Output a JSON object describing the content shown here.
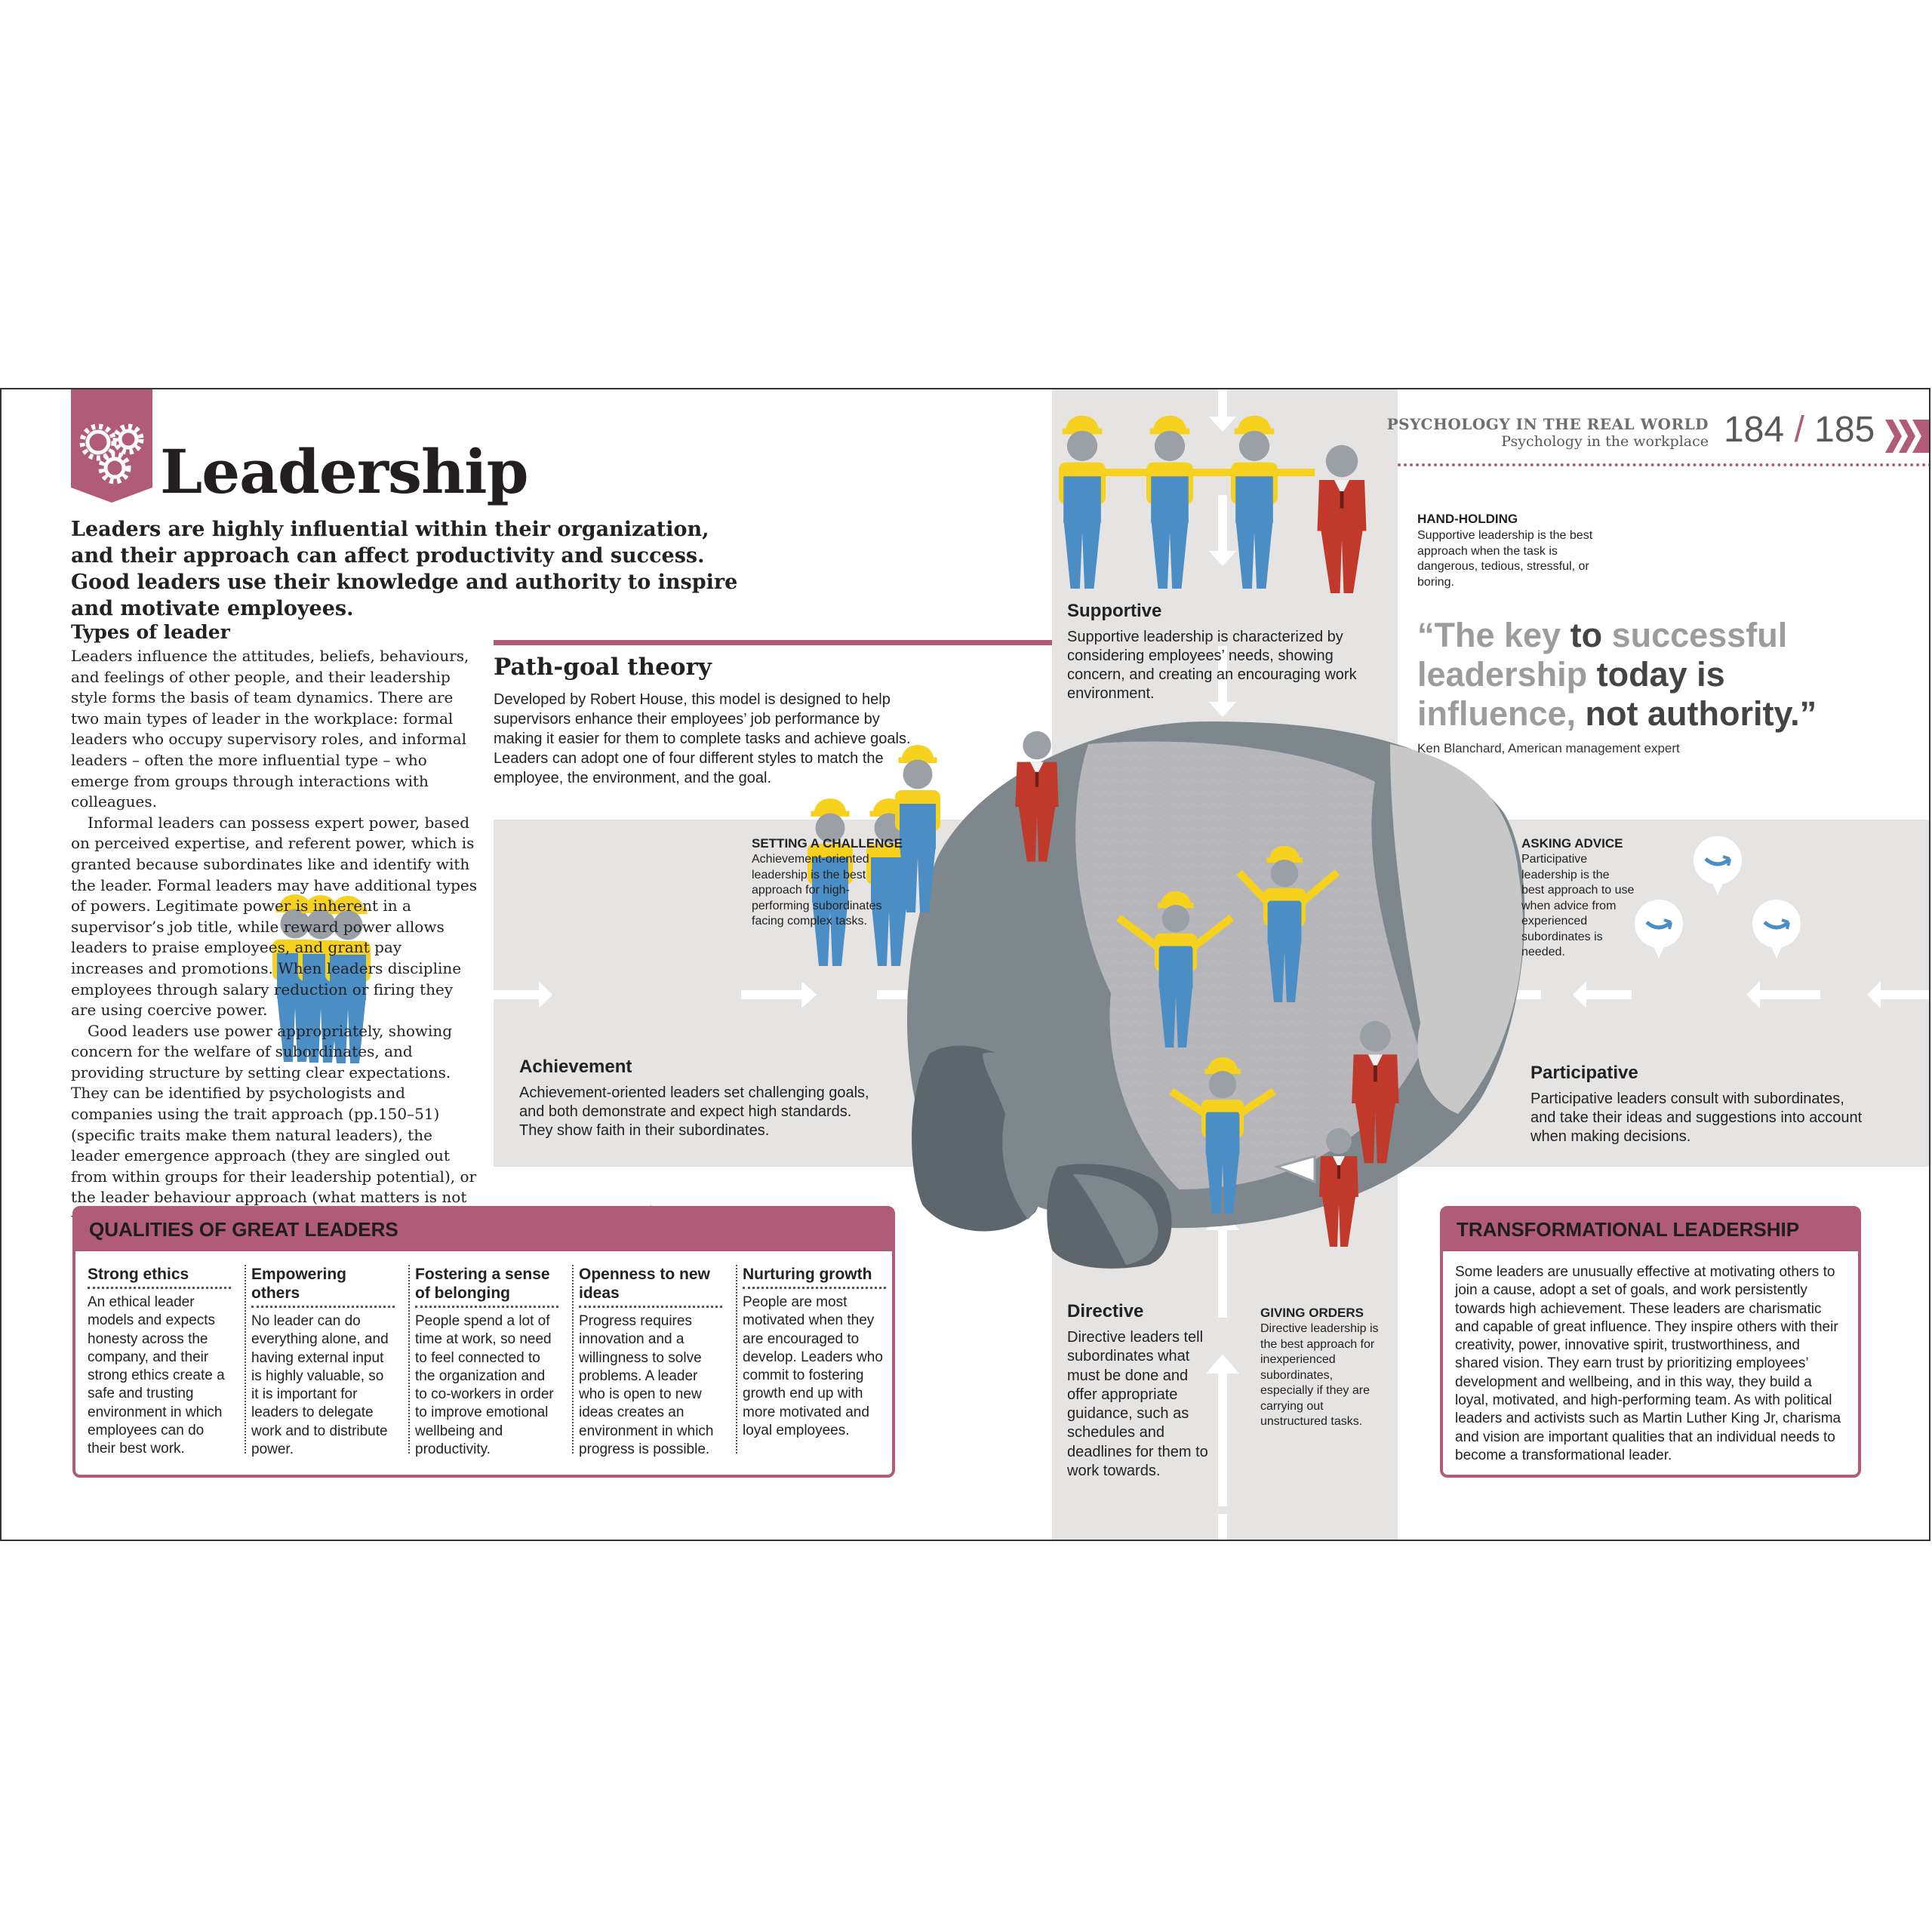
{
  "running_head": {
    "section": "PSYCHOLOGY IN THE REAL WORLD",
    "subsection": "Psychology in the workplace",
    "page_left": "184",
    "page_sep": "/",
    "page_right": "185"
  },
  "title": "Leadership",
  "intro": "Leaders are highly influential within their organization, and their approach can affect productivity and success. Good leaders use their knowledge and authority to inspire and motivate employees.",
  "types": {
    "heading": "Types of leader",
    "paragraphs": [
      "Leaders influence the attitudes, beliefs, behaviours, and feelings of other people, and their leadership style forms the basis of team dynamics. There are two main types of leader in the workplace: formal leaders who occupy supervisory roles, and informal leaders – often the more influential type – who emerge from groups through interactions with colleagues.",
      "Informal leaders can possess expert power, based on perceived expertise, and referent power, which is granted because subordinates like and identify with the leader. Formal leaders may have additional types of powers. Legitimate power is inherent in a supervisor’s job title, while reward power allows leaders to praise employees, and grant pay increases and promotions. When leaders discipline employees through salary reduction or firing they are using coercive power.",
      "Good leaders use power appropriately, showing concern for the welfare of subordinates, and providing structure by setting clear expectations. They can be identified by psychologists and companies using the trait approach (pp.150–51) (specific traits make them natural leaders), the leader emergence approach (they are singled out from within groups for their leadership potential), or the leader behaviour approach (what matters is not who they are, but what they do)."
    ]
  },
  "path_goal": {
    "title": "Path-goal theory",
    "body": "Developed by Robert House, this model is designed to help supervisors enhance their employees’ job performance by making it easier for them to complete tasks and achieve goals. Leaders can adopt one of four different styles to match the employee, the environment, and the goal."
  },
  "styles": {
    "supportive": {
      "title": "Supportive",
      "body": "Supportive leadership is characterized by considering employees’ needs, showing concern, and creating an encouraging work environment.",
      "note_title": "HAND-HOLDING",
      "note": "Supportive leadership is the best approach when the task is dangerous, tedious, stressful, or boring."
    },
    "achievement": {
      "title": "Achievement",
      "body": "Achievement-oriented leaders set challenging goals, and both demonstrate and expect high standards. They show faith in their subordinates.",
      "note_title": "SETTING A CHALLENGE",
      "note": "Achievement-oriented leadership is the best approach for high-performing subordinates facing complex tasks."
    },
    "participative": {
      "title": "Participative",
      "body": "Participative leaders consult with subordinates, and take their ideas and suggestions into account when making decisions.",
      "note_title": "ASKING ADVICE",
      "note": "Participative leadership is the best approach to use when advice from experienced subordinates is needed."
    },
    "directive": {
      "title": "Directive",
      "body": "Directive leaders tell subordinates what must be done and offer appropriate guidance, such as schedules and deadlines for them to work towards.",
      "note_title": "GIVING ORDERS",
      "note": "Directive leadership is the best approach for inexperienced subordinates, especially if they are carrying out unstructured tasks."
    }
  },
  "quote": {
    "parts": [
      {
        "text": "“The key ",
        "hl": true
      },
      {
        "text": "to ",
        "hl": false
      },
      {
        "text": "successful leadership ",
        "hl": true
      },
      {
        "text": "today is ",
        "hl": false
      },
      {
        "text": "influence, ",
        "hl": true
      },
      {
        "text": "not authority.”",
        "hl": false
      }
    ],
    "attribution": "Ken Blanchard, American management expert"
  },
  "qualities": {
    "title": "QUALITIES OF GREAT LEADERS",
    "items": [
      {
        "heading": "Strong ethics",
        "body": "An ethical leader models and expects honesty across the company, and their strong ethics create a safe and trusting environment in which employees can do their best work."
      },
      {
        "heading": "Empowering others",
        "body": "No leader can do everything alone, and having external input is highly valuable, so it is important for leaders to delegate work and to distribute power."
      },
      {
        "heading": "Fostering a sense of belonging",
        "body": "People spend a lot of time at work, so need to feel connected to the organization and to co-workers in order to improve emotional wellbeing and productivity."
      },
      {
        "heading": "Openness to new ideas",
        "body": "Progress requires innovation and a willingness to solve problems. A leader who is open to new ideas creates an environment in which progress is possible."
      },
      {
        "heading": "Nurturing growth",
        "body": "People are most motivated when they are encouraged to develop. Leaders who commit to fostering growth end up with more motivated and loyal employees."
      }
    ]
  },
  "transformational": {
    "title": "TRANSFORMATIONAL LEADERSHIP",
    "body": "Some leaders are unusually effective at motivating others to join a cause, adopt a set of goals, and work persistently towards high achievement. These leaders are charismatic and capable of great influence. They inspire others with their creativity, power, innovative spirit, trustworthiness, and shared vision. They earn trust by prioritizing employees’ development and wellbeing, and in this way, they build a loyal, motivated, and high-performing team. As with political leaders and activists such as Martin Luther King Jr, charisma and vision are important qualities that an individual needs to become a transformational leader."
  },
  "colors": {
    "accent": "#b05b78",
    "band": "#e6e4e3",
    "hard_hat": "#f6d21f",
    "overalls": "#4a8ec5",
    "leader_suit": "#c0392b",
    "rock_dark": "#5c666c",
    "rock_mid": "#7d878c",
    "rock_light": "#c8c8c8"
  },
  "icons": [
    "gears-icon",
    "arrow-right-icon",
    "arrow-left-icon",
    "arrow-up-icon",
    "arrow-down-icon",
    "megaphone-icon",
    "speech-bubble-icon",
    "hard-hat-icon"
  ]
}
